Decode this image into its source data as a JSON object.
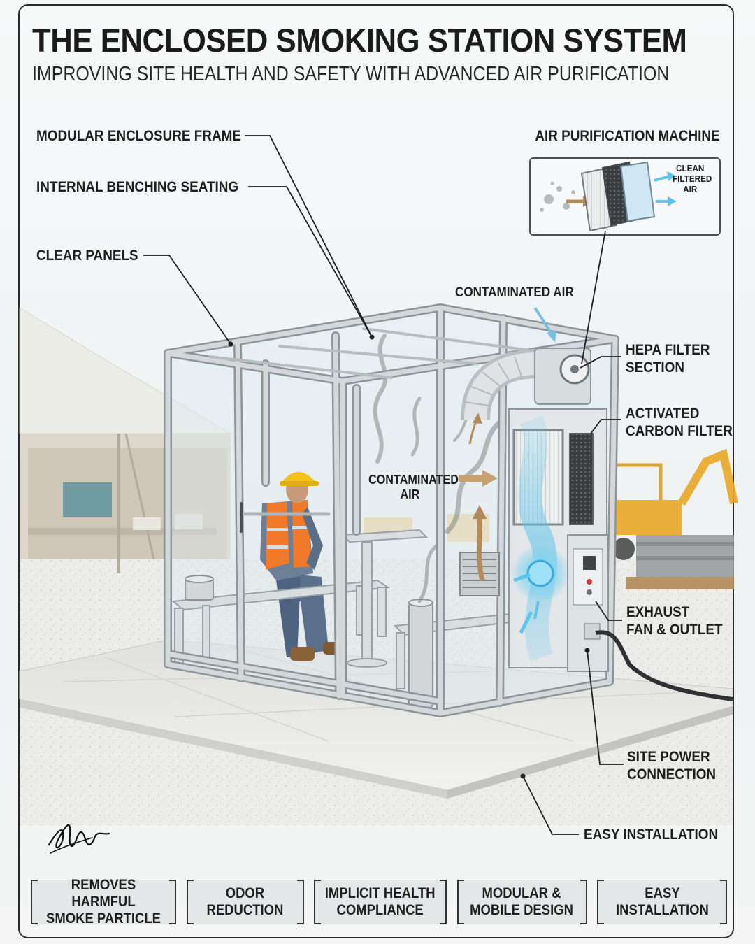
{
  "header": {
    "title": "THE ENCLOSED SMOKING STATION SYSTEM",
    "subtitle": "IMPROVING SITE HEALTH AND SAFETY WITH ADVANCED AIR PURIFICATION"
  },
  "callouts": {
    "modular_frame": "MODULAR ENCLOSURE FRAME",
    "internal_benching": "INTERNAL BENCHING SEATING",
    "clear_panels": "CLEAR PANELS",
    "air_purification_machine": "AIR PURIFICATION MACHINE",
    "contaminated_air_top": "CONTAMINATED AIR",
    "contaminated_air_mid_1": "CONTAMINATED",
    "contaminated_air_mid_2": "AIR",
    "hepa_1": "HEPA FILTER",
    "hepa_2": "SECTION",
    "carbon_1": "ACTIVATED",
    "carbon_2": "CARBON FILTER",
    "exhaust_1": "EXHAUST",
    "exhaust_2": "FAN & OUTLET",
    "power_1": "SITE POWER",
    "power_2": "CONNECTION",
    "easy_installation": "EASY INSTALLATION"
  },
  "filter_inset": {
    "clean_1": "CLEAN",
    "clean_2": "FILTERED",
    "clean_3": "AIR"
  },
  "features": [
    {
      "label": "REMOVES HARMFUL\nSMOKE PARTICLE"
    },
    {
      "label": "ODOR\nREDUCTION"
    },
    {
      "label": "IMPLICIT HEALTH\nCOMPLIANCE"
    },
    {
      "label": "MODULAR &\nMOBILE DESIGN"
    },
    {
      "label": "EASY\nINSTALLATION"
    }
  ],
  "colors": {
    "frame": "#c9ced2",
    "frame_edge": "#8d949a",
    "glass": "#dfeaf0",
    "machine": "#e3e7ea",
    "vest": "#f07a2a",
    "hard_hat": "#f2c21a",
    "excavator": "#e8a825",
    "airflow_clean": "#5ec4ea",
    "airflow_dirty": "#b48a5a",
    "ink": "#1e1e1e"
  }
}
